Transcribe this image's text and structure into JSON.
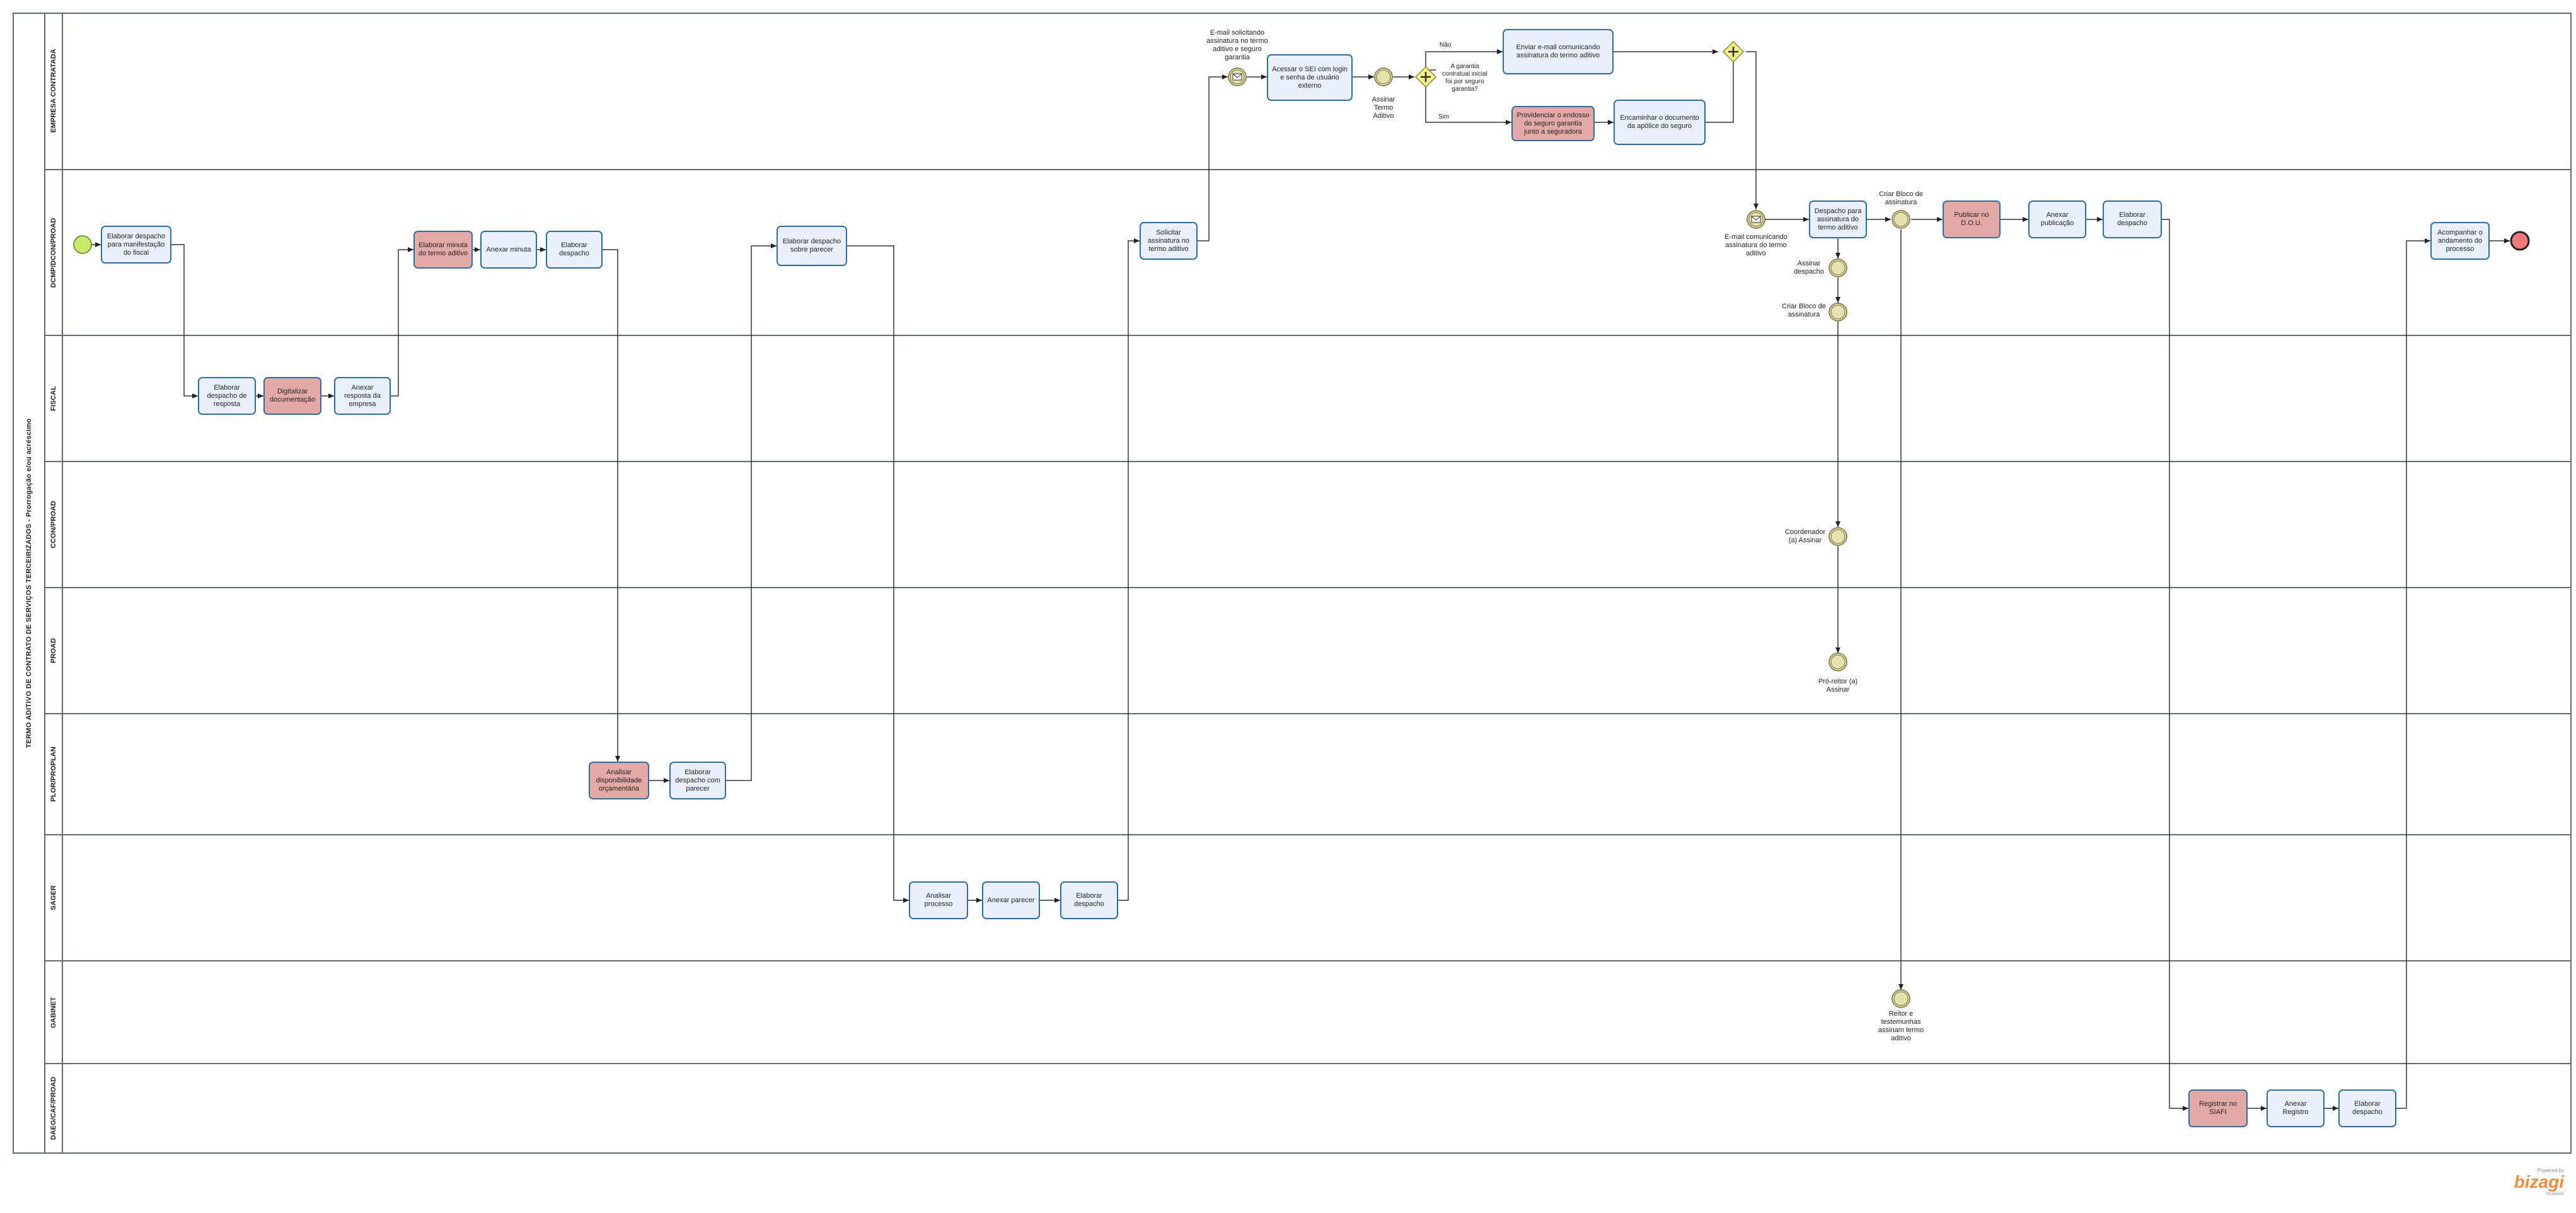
{
  "pool": {
    "title": "TERMO ADITIVO DE CONTRATO DE SERVIÇOS  TERCEIRIZADOS  - Prorrogação e/ou acréscimo"
  },
  "lanes": [
    {
      "name": "EMPRESA CONTRATADA"
    },
    {
      "name": "DCMP/DCON/PROAD"
    },
    {
      "name": "FISCAL"
    },
    {
      "name": "CCON/PROAD"
    },
    {
      "name": "PROAD"
    },
    {
      "name": "PLOR/PROPLAN"
    },
    {
      "name": "SAGER"
    },
    {
      "name": "GABINET"
    },
    {
      "name": "DAEG/CAF/PROAD"
    }
  ],
  "tasks": {
    "t_desp_fiscal": "Elaborar despacho para manifestação do fiscal",
    "t_desp_resposta": "Elaborar despacho de resposta",
    "t_digitalizar": "Digitalizar documentação",
    "t_anexar_resp": "Anexar resposta da empresa",
    "t_minuta": "Elaborar minuta do termo aditivo",
    "t_anexar_minuta": "Anexar minuta",
    "t_desp_1": "Elaborar despacho",
    "t_analisar_disp": "Analisar disponibilidade orçamentária",
    "t_desp_parecer_plor": "Elaborar despacho com parecer",
    "t_desp_sobre_parecer": "Elaborar despacho sobre parecer",
    "t_analisar_proc": "Analisar processo",
    "t_anexar_parecer": "Anexar parecer",
    "t_desp_sager": "Elaborar despacho",
    "t_solicitar_assin": "Solicitar assinatura no termo aditivo",
    "t_acessar_sei": "Acessar o SEI com login e senha de usuário externo",
    "t_enviar_email": "Enviar e-mail comunicando assinatura do termo aditivo",
    "t_providenciar": "Providenciar o endosso do seguro garantia junto a seguradora",
    "t_encaminhar": "Encaminhar o documento da apólice do seguro",
    "t_desp_assin": "Despacho para assinatura do termo aditivo",
    "t_publicar": "Publicar no D.O.U.",
    "t_anexar_pub": "Anexar publicação",
    "t_desp_final": "Elaborar despacho",
    "t_registrar": "Registrar no SIAFI",
    "t_anexar_reg": "Anexar Registro",
    "t_desp_daeg": "Elaborar despacho",
    "t_acompanhar": "Acompanhar o andamento do processo"
  },
  "events": {
    "e_msg_empresa": "E-mail solicitando assinatura no termo aditivo e seguro garantia",
    "e_assinar_termo": "Assinar Termo Aditivo",
    "e_msg_dcmp": "E-mail comunicando assinatura do termo aditivo",
    "e_criar_bloco_1": "Criar Bloco de assinatura",
    "e_assinar_desp": "Assinar despacho",
    "e_criar_bloco_2": "Criar Bloco de assinatura",
    "e_coord": "Coordenador (a) Assinar",
    "e_pro_reitor": "Pró-reitor (a) Assinar",
    "e_reitor": "Reitor e testemunhas assinam termo aditivo"
  },
  "gateways": {
    "g_question": "A garantia contratual inicial foi por seguro garantia?",
    "g_nao": "Não",
    "g_sim": "Sim"
  },
  "logo": {
    "powered": "Powered by",
    "brand": "bizagi",
    "sub": "Modeler"
  },
  "colors": {
    "task_fill": "#eaf0fb",
    "task_border": "#2a6ea8",
    "red_task_fill": "#e3a9a7",
    "start_event": "#c8e86a",
    "end_event": "#f07a7a",
    "intermediate_event": "#e6e2b0",
    "gateway": "#f5f08a"
  }
}
